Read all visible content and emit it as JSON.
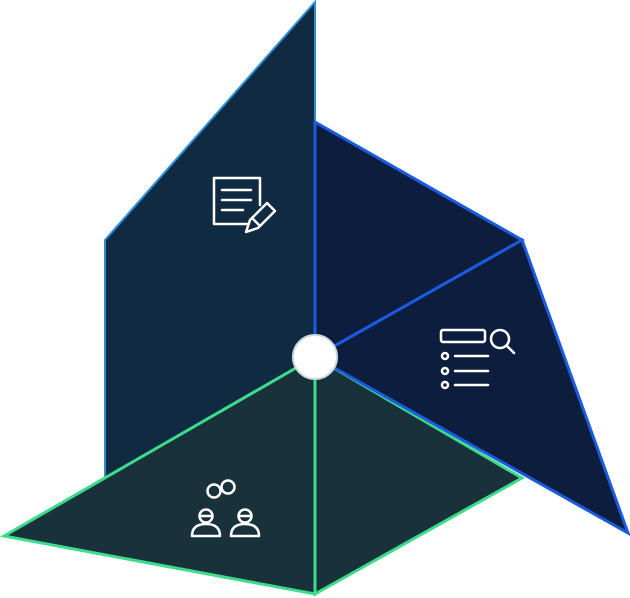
{
  "diagram": {
    "segments": [
      {
        "id": "document-edit",
        "icon": "document-edit-icon",
        "fill": "#102a42",
        "stroke": "#2b8fd6"
      },
      {
        "id": "list-search",
        "icon": "list-search-icon",
        "fill": "#0d1d3e",
        "stroke": "#1a5be0"
      },
      {
        "id": "people-link",
        "icon": "people-link-icon",
        "fill": "#19313a",
        "stroke": "#3ddc8c"
      }
    ],
    "colors": {
      "icon_stroke": "#ffffff",
      "center_fill": "#ffffff",
      "blue_stroke": "#1a5be0",
      "green_stroke": "#3ddc8c",
      "teal_stroke": "#2b8fd6"
    }
  }
}
